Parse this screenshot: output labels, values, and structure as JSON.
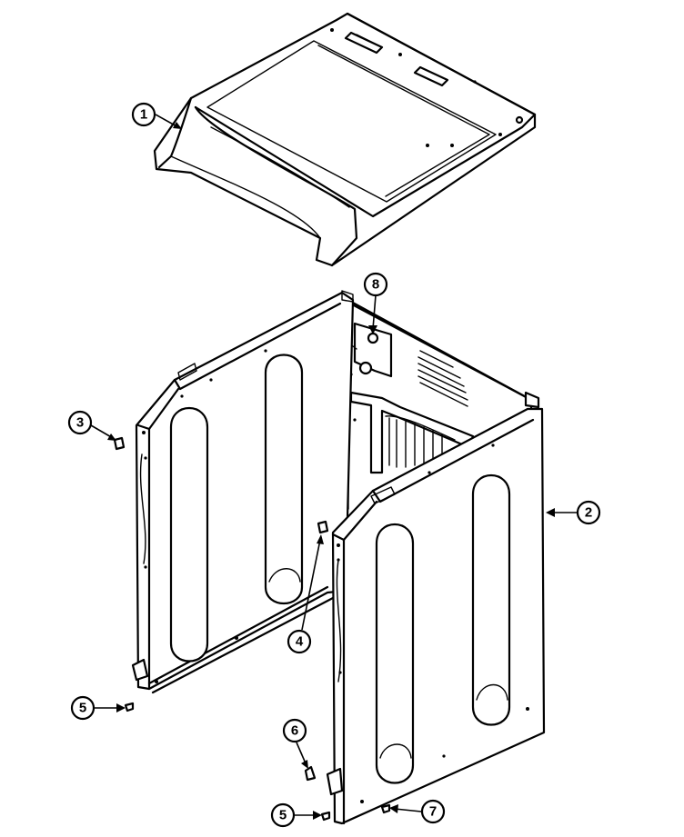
{
  "callouts": [
    {
      "id": "c1",
      "label": "1"
    },
    {
      "id": "c2",
      "label": "2"
    },
    {
      "id": "c3",
      "label": "3"
    },
    {
      "id": "c4",
      "label": "4"
    },
    {
      "id": "c5a",
      "label": "5"
    },
    {
      "id": "c5b",
      "label": "5"
    },
    {
      "id": "c6",
      "label": "6"
    },
    {
      "id": "c7",
      "label": "7"
    },
    {
      "id": "c8",
      "label": "8"
    }
  ]
}
